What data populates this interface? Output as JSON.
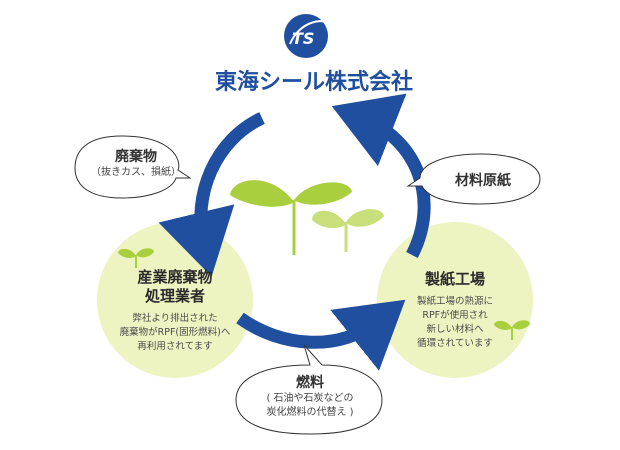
{
  "logo": {
    "mark": "TS",
    "company": "東海シール株式会社",
    "brand_color": "#1f4f9e"
  },
  "colors": {
    "arrow": "#1f4f9e",
    "circle_fill": "#eef3c2",
    "leaf_light": "#a9cf3f",
    "leaf_dark": "#7fb33a"
  },
  "bubbles": {
    "waste": {
      "title": "廃棄物",
      "sub": "（抜きカス、損紙）"
    },
    "material": {
      "title": "材料原紙"
    },
    "fuel": {
      "title": "燃料",
      "sub1": "( 石油や石炭などの",
      "sub2": "炭化燃料の代替え )"
    }
  },
  "nodes": {
    "processor": {
      "title1": "産業廃棄物",
      "title2": "処理業者",
      "desc1": "弊社より排出された",
      "desc2": "廃棄物がRPF(固形燃料)へ",
      "desc3": "再利用されてます"
    },
    "paper_mill": {
      "title": "製紙工場",
      "desc1": "製紙工場の熱源に",
      "desc2": "RPFが使用され",
      "desc3": "新しい材料へ",
      "desc4": "循環されています"
    }
  }
}
